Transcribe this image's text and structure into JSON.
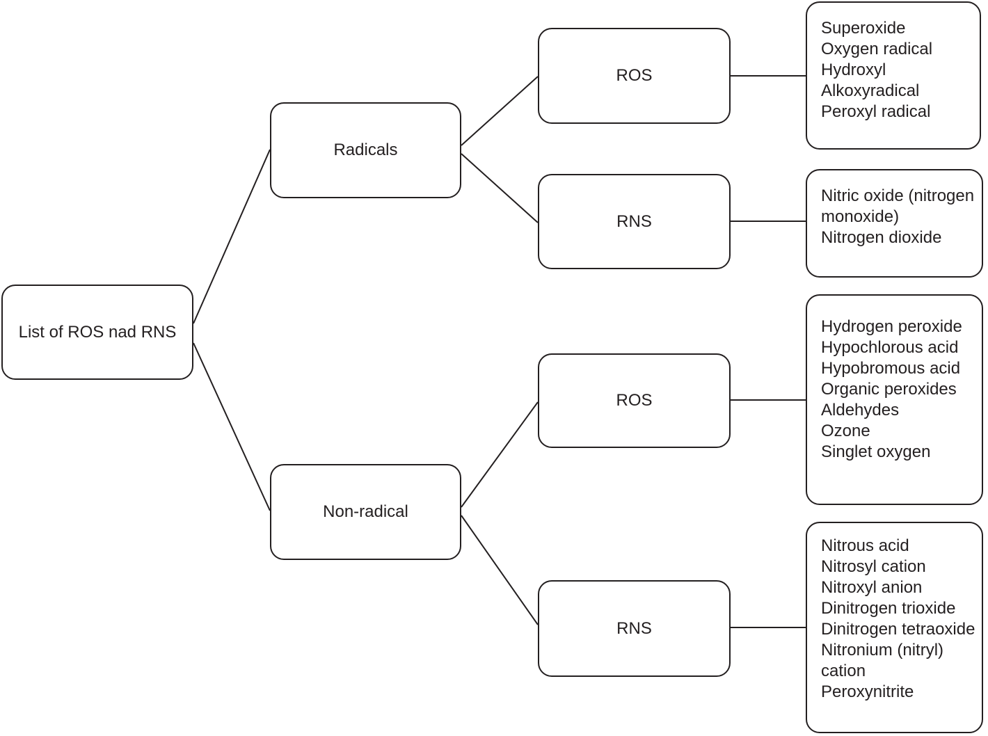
{
  "tree": {
    "root": {
      "label": "List of ROS nad RNS"
    },
    "branches": [
      {
        "label": "Radicals",
        "children": [
          {
            "label": "ROS",
            "items": [
              "Superoxide",
              "Oxygen radical",
              "Hydroxyl",
              "Alkoxyradical",
              "Peroxyl radical"
            ],
            "lines": [
              "Superoxide",
              "Oxygen radical",
              "Hydroxyl",
              "Alkoxyradical",
              "Peroxyl radical"
            ]
          },
          {
            "label": "RNS",
            "items": [
              "Nitric oxide (nitrogen monoxide)",
              "Nitrogen dioxide"
            ],
            "lines": [
              "Nitric oxide (nitrogen",
              "monoxide)",
              "Nitrogen dioxide"
            ]
          }
        ]
      },
      {
        "label": "Non-radical",
        "children": [
          {
            "label": "ROS",
            "items": [
              "Hydrogen peroxide",
              "Hypochlorous acid",
              "Hypobromous acid",
              "Organic peroxides",
              "Aldehydes",
              "Ozone",
              "Singlet oxygen"
            ],
            "lines": [
              "Hydrogen peroxide",
              "Hypochlorous acid",
              "Hypobromous acid",
              "Organic peroxides",
              "Aldehydes",
              "Ozone",
              "Singlet oxygen"
            ]
          },
          {
            "label": "RNS",
            "items": [
              "Nitrous acid",
              "Nitrosyl cation",
              "Nitroxyl anion",
              "Dinitrogen trioxide",
              "Dinitrogen tetraoxide",
              "Nitronium (nitryl) cation",
              "Peroxynitrite"
            ],
            "lines": [
              "Nitrous acid",
              "Nitrosyl cation",
              "Nitroxyl anion",
              "Dinitrogen trioxide",
              "Dinitrogen tetraoxide",
              "Nitronium (nitryl)",
              "cation",
              "Peroxynitrite"
            ]
          }
        ]
      }
    ]
  },
  "colors": {
    "ink": "#231f20",
    "box_background": "#ffffff",
    "page_background": "#ffffff"
  }
}
